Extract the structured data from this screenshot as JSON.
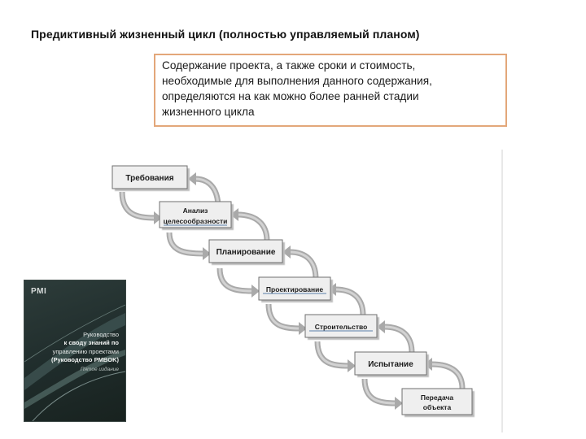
{
  "slide": {
    "title": "Предиктивный жизненный цикл (полностью управляемый планом)",
    "callout_lines": [
      "Содержание проекта, а также сроки и стоимость,",
      "необходимые для выполнения данного содержания,",
      "определяются на как можно более ранней стадии",
      "жизненного цикла"
    ]
  },
  "diagram": {
    "steps": [
      {
        "label": "Требования"
      },
      {
        "label_line1": "Анализ",
        "label_line2": "целесообразности"
      },
      {
        "label": "Планирование"
      },
      {
        "label": "Проектирование"
      },
      {
        "label": "Строительство"
      },
      {
        "label": "Испытание"
      },
      {
        "label_line1": "Передача",
        "label_line2": "объекта"
      }
    ]
  },
  "book_cover": {
    "logo": "PMI",
    "publisher_line": "",
    "lines": [
      "Руководство",
      "к своду знаний по",
      "управлению проектами",
      "(Руководство PMBOK)",
      "Пятое издание"
    ]
  },
  "colors": {
    "callout_border": "#e3a77a",
    "step_fill": "#efefef",
    "arrow": "#a9a9a9",
    "cover_bg": "#2d3c3a"
  },
  "icons": [
    "curved-arrow-icon"
  ]
}
